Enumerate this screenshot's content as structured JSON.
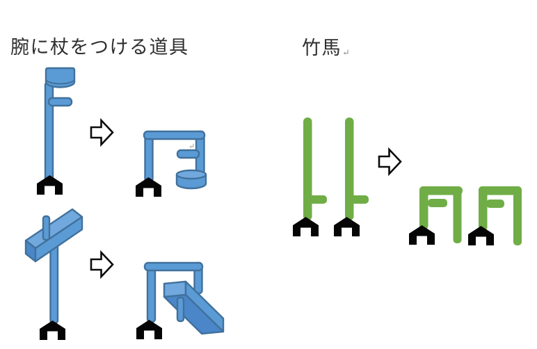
{
  "colors": {
    "page_bg": "#FFFFFF",
    "blue_fill": "#5B9BD5",
    "blue_light": "#71A9DE",
    "blue_dark": "#4A86C8",
    "blue_stroke": "#41719C",
    "green_fill": "#70AD47",
    "foot_black": "#050505",
    "arrow_fill": "#FFFFFF",
    "arrow_stroke": "#0B0B0B",
    "title_color": "#2E2E2E",
    "mark_color": "#909090"
  },
  "left_section": {
    "title": "腕に杖をつける道具",
    "figures": [
      {
        "name": "cane-with-cylinder-grip"
      },
      {
        "name": "arm-frame-with-handle-and-cylinder-cuff"
      },
      {
        "name": "cane-with-trough-armrest"
      },
      {
        "name": "arm-frame-with-handle-and-trough"
      }
    ]
  },
  "right_section": {
    "title": "竹馬",
    "paragraph_mark": "↵",
    "figures": [
      {
        "name": "stilt-pair-with-footrests"
      },
      {
        "name": "stilt-pair-with-arm-frames"
      }
    ]
  },
  "annotation": {
    "small_mark": "↵"
  },
  "icons": {
    "transform_arrow": "right-block-arrow"
  }
}
